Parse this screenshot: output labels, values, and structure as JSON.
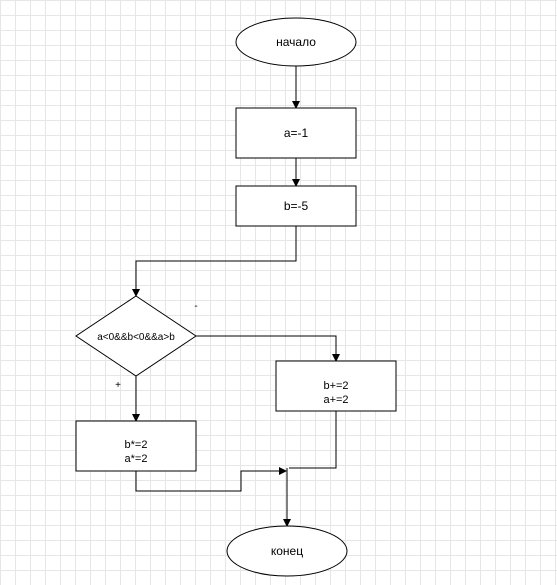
{
  "flowchart": {
    "start": "начало",
    "assign_a": "a=-1",
    "assign_b": "b=-5",
    "condition": "a<0&&b<0&&a>b",
    "label_no": "-",
    "label_yes": "+",
    "yes_branch": {
      "line1": "b*=2",
      "line2": "a*=2"
    },
    "no_branch": {
      "line1": "b+=2",
      "line2": "a+=2"
    },
    "end": "конец"
  }
}
